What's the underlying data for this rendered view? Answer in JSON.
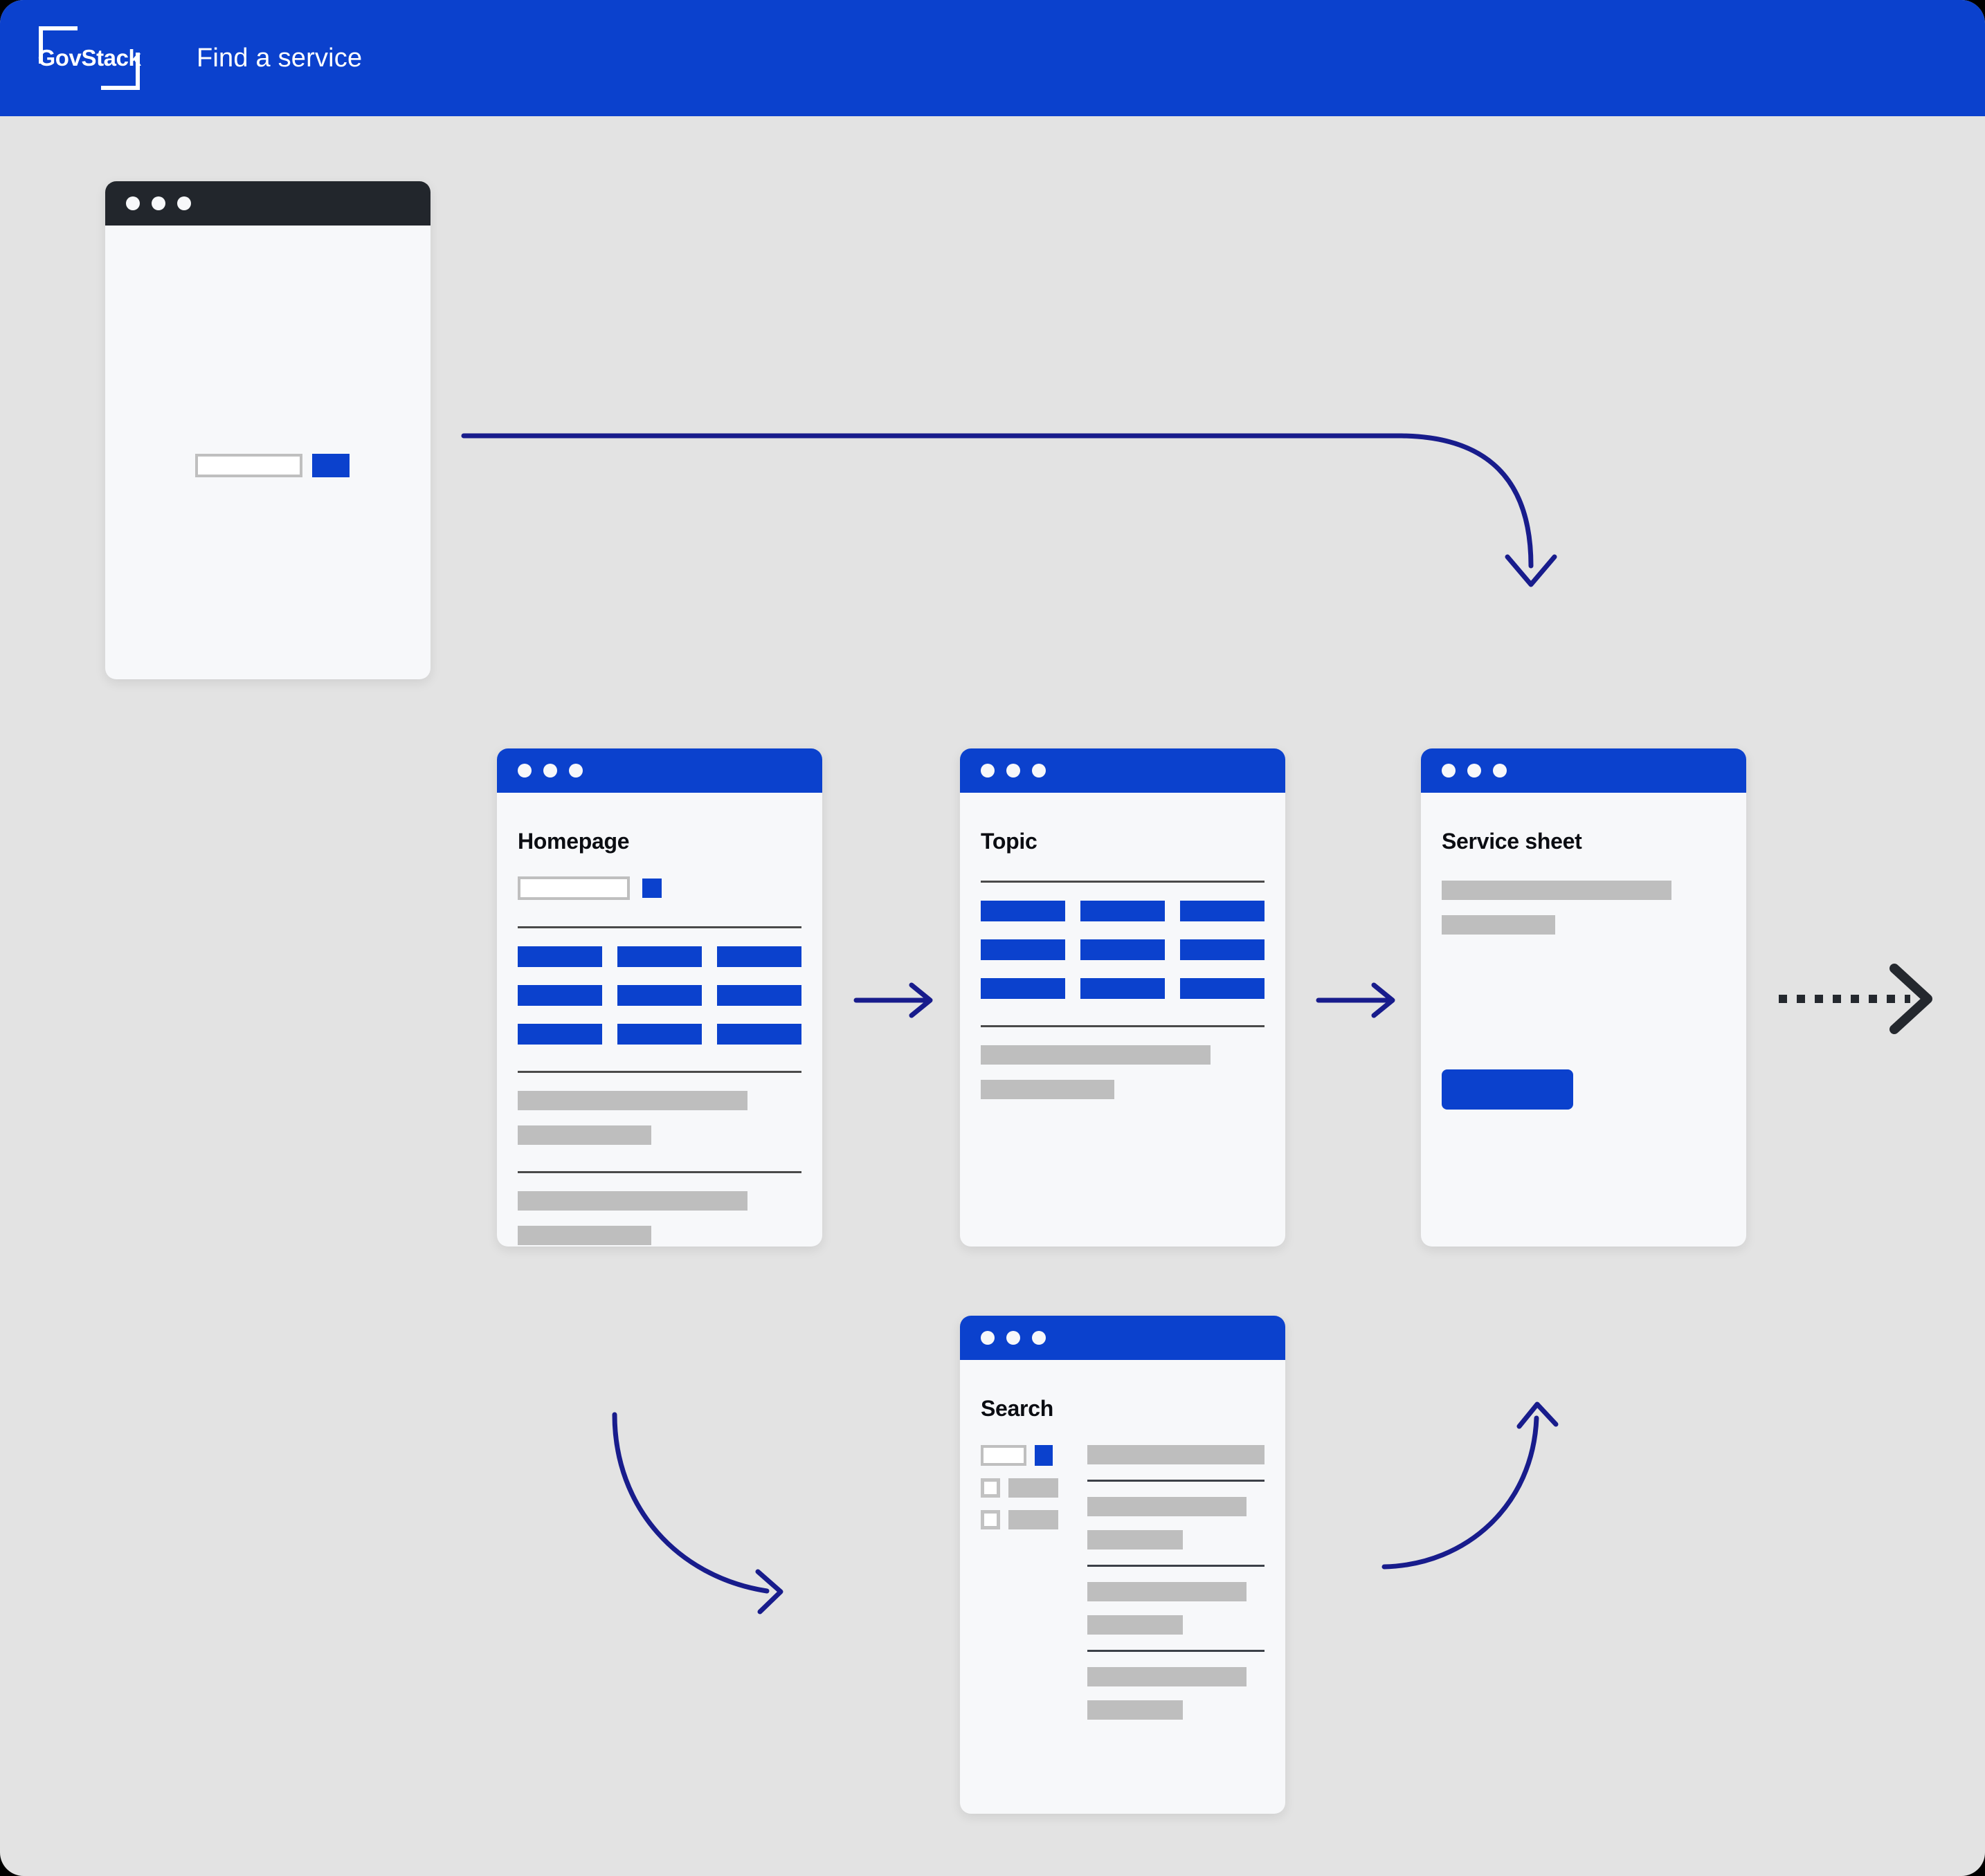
{
  "header": {
    "logo_text": "GovStack",
    "logo_icon": "bracket-frame-icon",
    "title": "Find a service"
  },
  "colors": {
    "brand_blue": "#0B41CD",
    "arrow_navy": "#181C8C",
    "arrow_dark": "#24282E",
    "page_background": "#E3E3E3",
    "card_background": "#F7F8FA",
    "titlebar_dark": "#22262C",
    "placeholder_gray": "#BEBEBE",
    "rule_gray": "#4A4A4A"
  },
  "cards": {
    "landing": {
      "name": "landing-window",
      "titlebar_style": "dark",
      "dots": 3,
      "search": {
        "input_value": "",
        "input_placeholder": "",
        "button_label": ""
      }
    },
    "homepage": {
      "name": "homepage-window",
      "title": "Homepage",
      "titlebar_style": "blue",
      "dots": 3,
      "search": {
        "input_value": "",
        "input_placeholder": "",
        "button_label": ""
      },
      "tile_grid": {
        "rows": 3,
        "cols": 3,
        "count": 9
      },
      "text_blocks": [
        {
          "long": "81%",
          "short": "47%"
        },
        {
          "long": "81%",
          "short": "47%"
        }
      ]
    },
    "topic": {
      "name": "topic-window",
      "title": "Topic",
      "titlebar_style": "blue",
      "dots": 3,
      "tile_grid": {
        "rows": 3,
        "cols": 3,
        "count": 9
      },
      "text_blocks": [
        {
          "long": "81%",
          "short": "47%"
        }
      ]
    },
    "service_sheet": {
      "name": "service-sheet-window",
      "title": "Service sheet",
      "titlebar_style": "blue",
      "dots": 3,
      "text_blocks": [
        {
          "long": "81%",
          "short": "40%"
        }
      ],
      "cta_button_label": ""
    },
    "search": {
      "name": "search-window",
      "title": "Search",
      "titlebar_style": "blue",
      "dots": 3,
      "facets": {
        "search_input_value": "",
        "search_button_label": "",
        "checkbox_rows": 2
      },
      "results": {
        "header_bar": "100%",
        "groups": [
          {
            "line1": "90%",
            "line2": "54%"
          },
          {
            "line1": "90%",
            "line2": "54%"
          },
          {
            "line1": "90%",
            "line2": "54%"
          }
        ]
      }
    }
  },
  "arrows": [
    {
      "name": "landing-to-homepage-arrow",
      "style": "solid-curve",
      "color": "#181C8C",
      "direction": "right-then-down"
    },
    {
      "name": "homepage-to-topic-arrow",
      "style": "solid-straight",
      "color": "#181C8C",
      "direction": "right"
    },
    {
      "name": "topic-to-service-arrow",
      "style": "solid-straight",
      "color": "#181C8C",
      "direction": "right"
    },
    {
      "name": "service-to-next-arrow",
      "style": "dashed-straight",
      "color": "#24282E",
      "direction": "right"
    },
    {
      "name": "homepage-to-search-arrow",
      "style": "solid-curve",
      "color": "#181C8C",
      "direction": "down-right"
    },
    {
      "name": "search-to-service-arrow",
      "style": "solid-curve",
      "color": "#181C8C",
      "direction": "right-up"
    }
  ]
}
